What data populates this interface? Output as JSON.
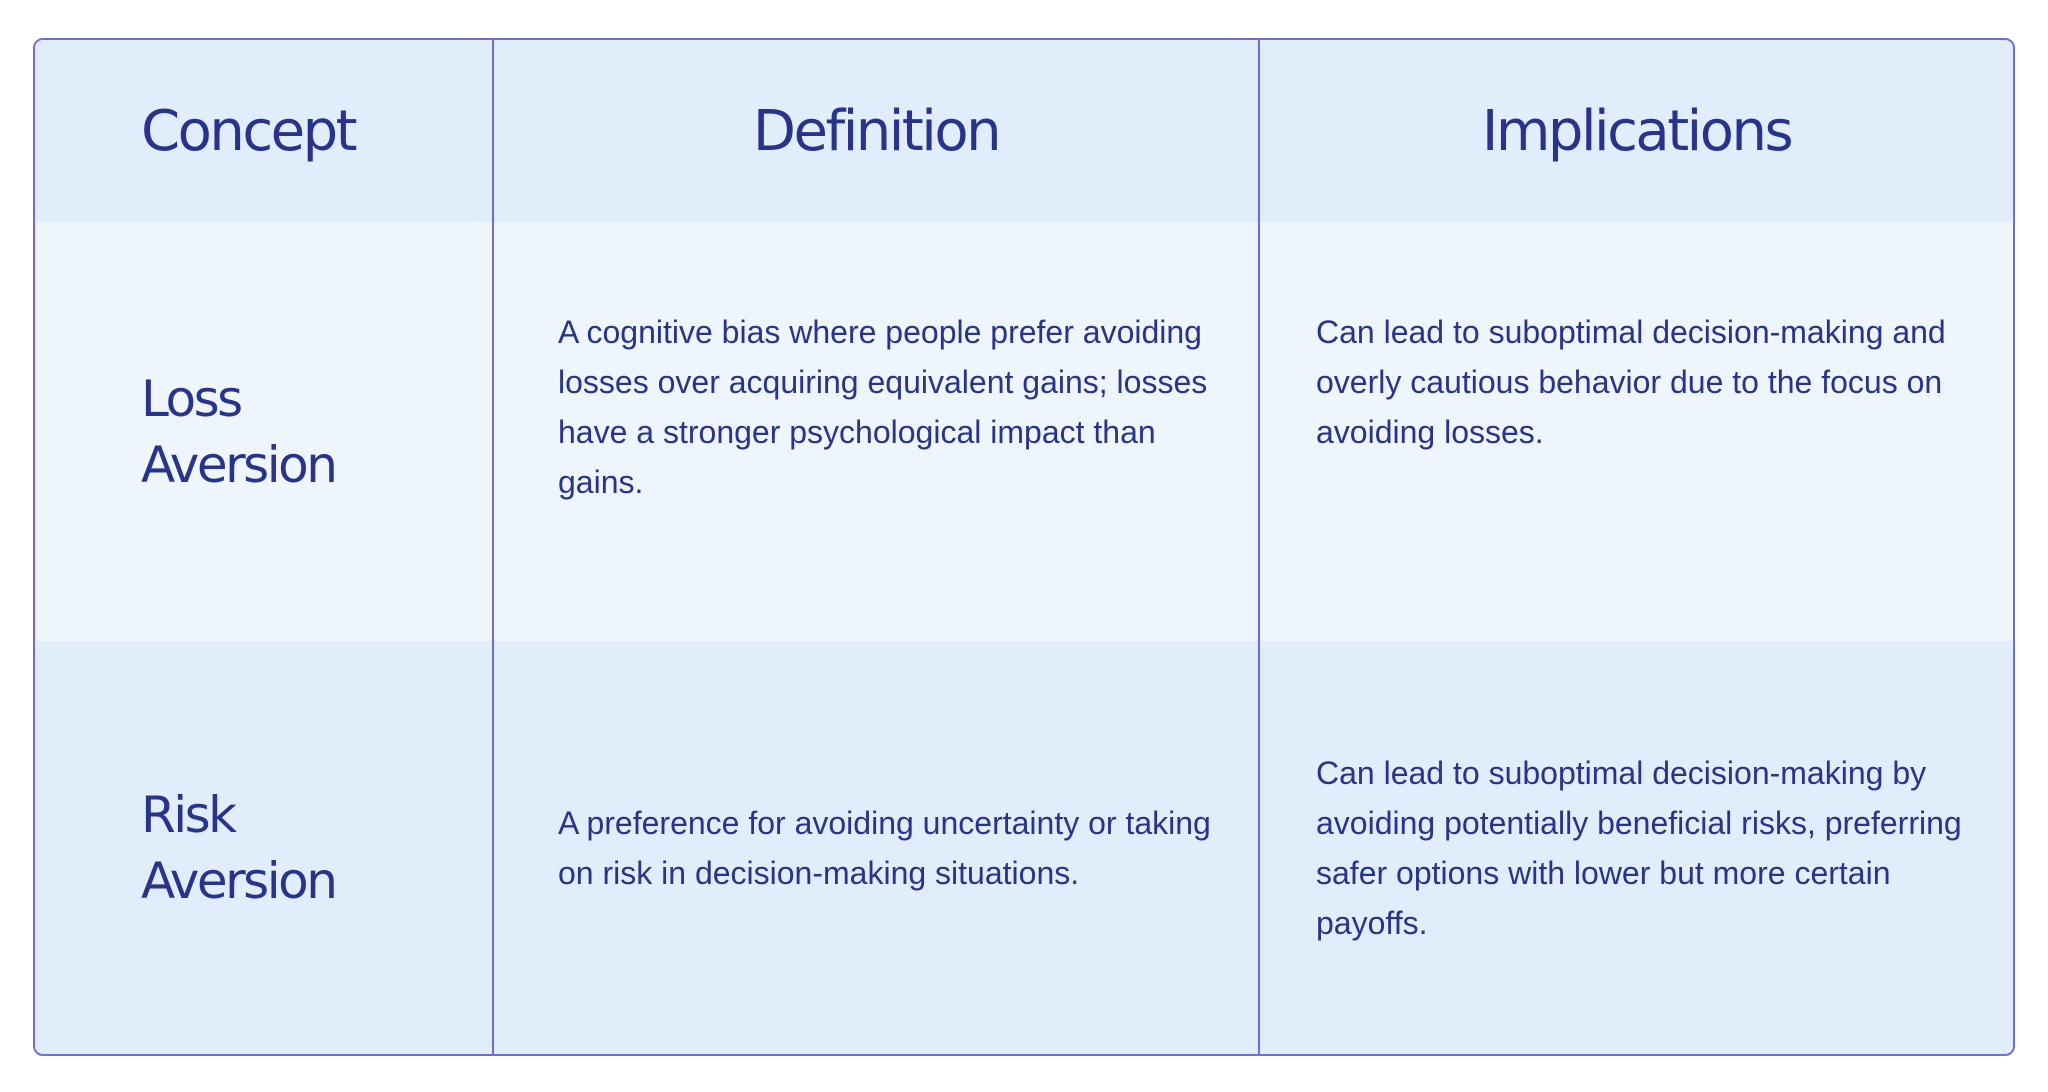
{
  "table": {
    "headers": [
      "Concept",
      "Definition",
      "Implications"
    ],
    "rows": [
      {
        "concept_line1": "Loss",
        "concept_line2": "Aversion",
        "definition": "A cognitive bias where people prefer avoiding losses over acquiring equivalent gains; losses have a stronger psychological impact than gains.",
        "implications": "Can lead to suboptimal decision-making and overly cautious behavior due to the focus on avoiding losses."
      },
      {
        "concept_line1": "Risk",
        "concept_line2": "Aversion",
        "definition": "A preference for avoiding uncertainty or taking on risk in decision-making situations.",
        "implications": "Can lead to suboptimal decision-making by avoiding potentially beneficial risks, preferring safer options with lower but more certain payoffs."
      }
    ]
  },
  "colors": {
    "border": "#6f6ae0",
    "text": "#28338f",
    "header_bg": "#e1edfb",
    "row_light_bg": "#eef5fd",
    "row_dark_bg": "#e1edfb"
  }
}
